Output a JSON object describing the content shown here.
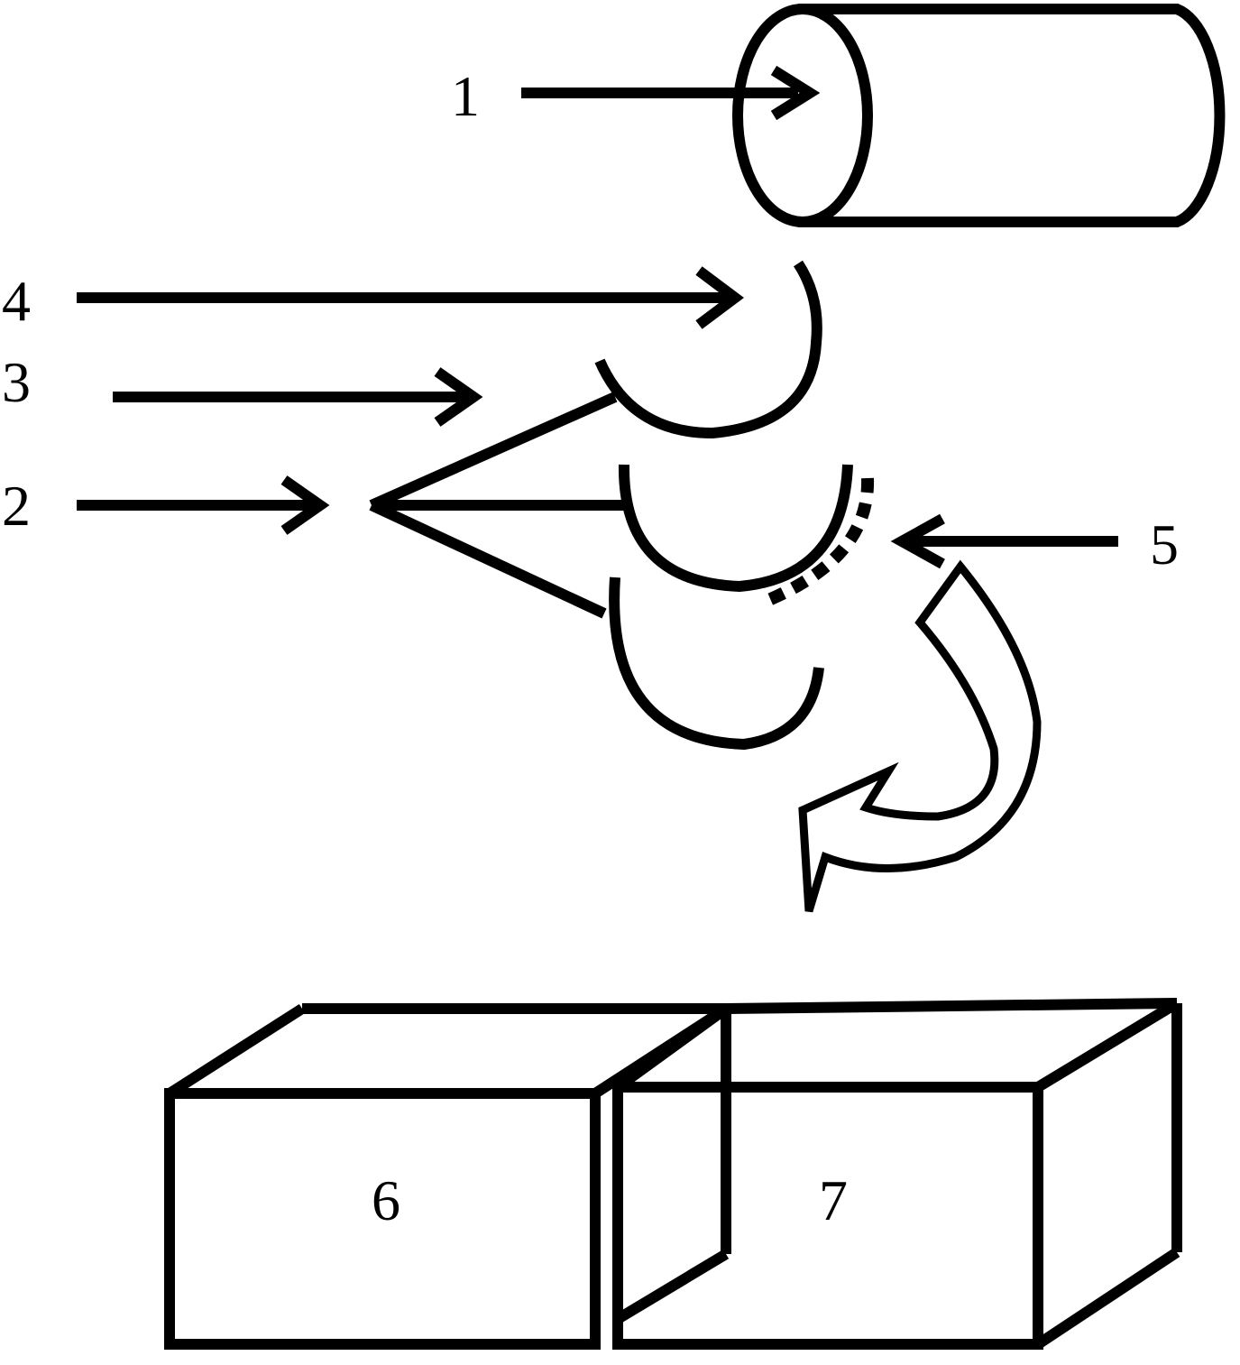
{
  "labels": {
    "l1": "1",
    "l2": "2",
    "l3": "3",
    "l4": "4",
    "l5": "5",
    "l6": "6",
    "l7": "7"
  },
  "colors": {
    "ink": "#000000",
    "background": "#ffffff"
  }
}
